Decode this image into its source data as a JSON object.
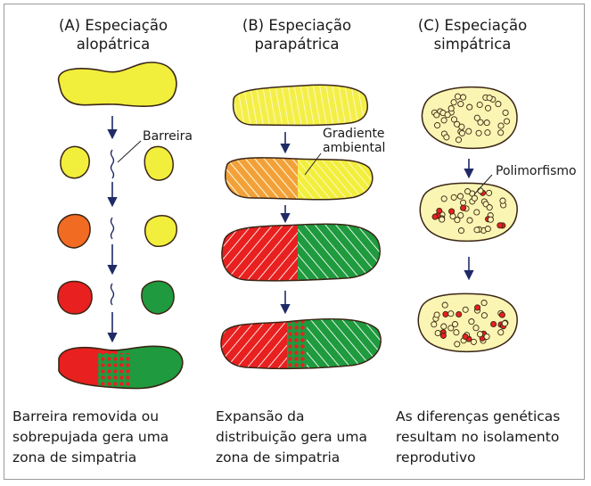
{
  "columns": {
    "a": {
      "title_line1": "(A) Especiação",
      "title_line2": "alopátrica",
      "caption_lines": [
        "Barreira removida ou",
        "sobrepujada gera uma",
        "zona de simpatria"
      ]
    },
    "b": {
      "title_line1": "(B) Especiação",
      "title_line2": "parapátrica",
      "caption_lines": [
        "Expansão da",
        "distribuição gera uma",
        "zona de simpatria"
      ]
    },
    "c": {
      "title_line1": "(C) Especiação",
      "title_line2": "simpátrica",
      "caption_lines": [
        "As diferenças genéticas",
        "resultam no isolamento",
        "reprodutivo"
      ]
    }
  },
  "labels": {
    "barrier": "Barreira",
    "gradient_line1": "Gradiente",
    "gradient_line2": "ambiental",
    "polymorphism": "Polimorfismo"
  },
  "colors": {
    "yellow": "#f2ee3c",
    "orange": "#f26b22",
    "red": "#e8201f",
    "green": "#1f9a3e",
    "cream": "#fbf5b3",
    "outline": "#3a2616",
    "arrow": "#1f2a66"
  }
}
